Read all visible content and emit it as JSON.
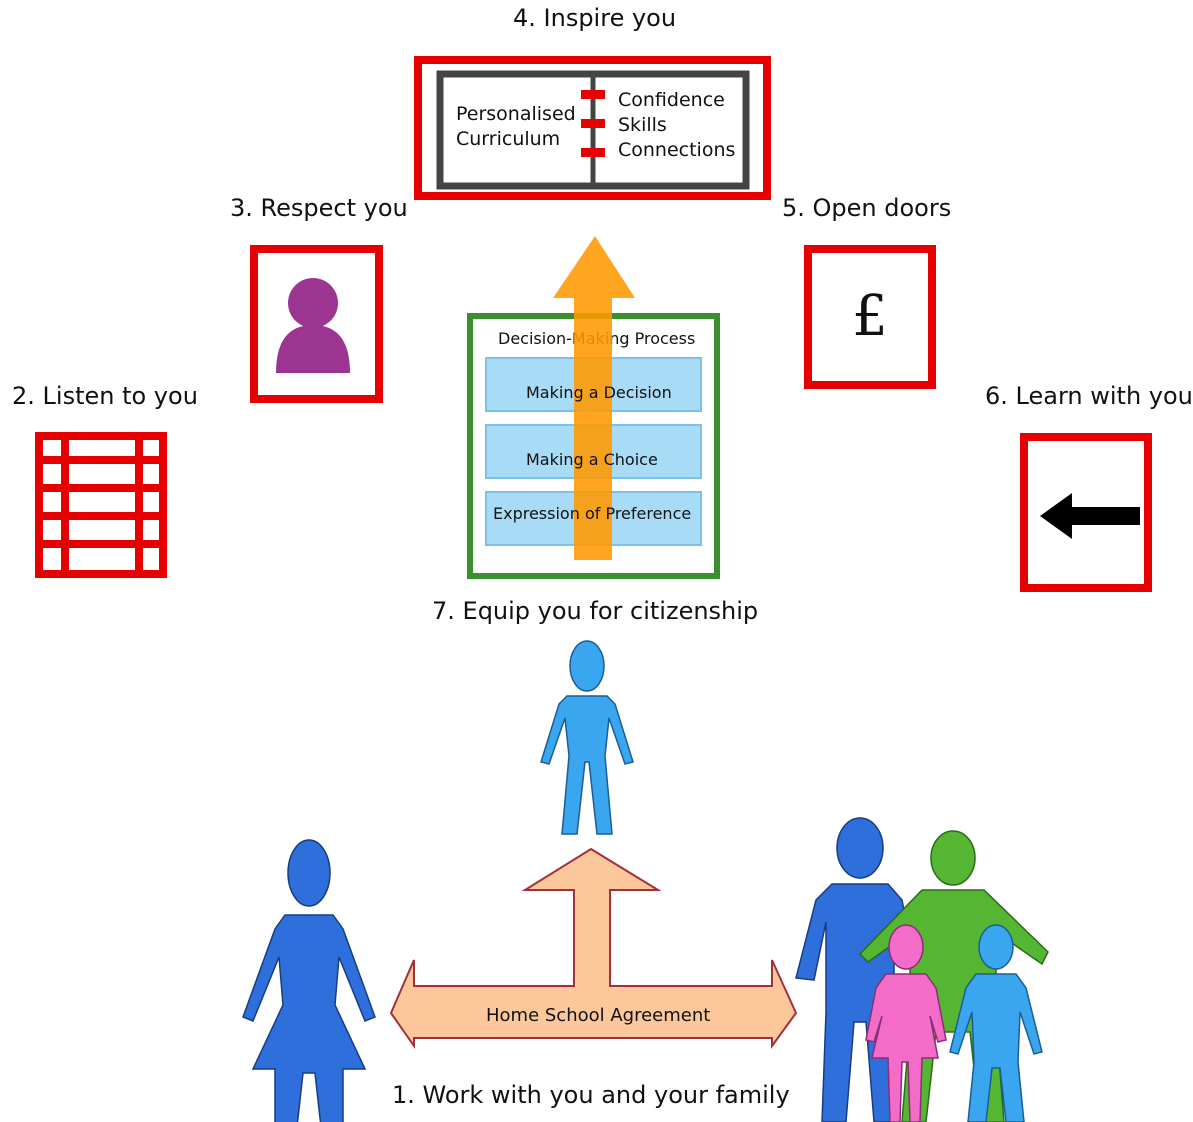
{
  "labels": {
    "inspire": "4. Inspire  you",
    "respect": "3. Respect you",
    "open_doors": "5. Open doors",
    "listen": "2. Listen to you",
    "learn": "6. Learn with you",
    "equip": "7. Equip you for citizenship",
    "work": "1. Work with you and your family"
  },
  "book": {
    "left_line1": "Personalised",
    "left_line2": "Curriculum",
    "right_items": [
      "Confidence",
      "Skills",
      "Connections"
    ]
  },
  "decision": {
    "title": "Decision-Making Process",
    "steps": [
      "Making a Decision",
      "Making a Choice",
      "Expression of Preference"
    ]
  },
  "open_doors_symbol": "£",
  "agreement": "Home School Agreement",
  "colors": {
    "frame_red": "#e60000",
    "process_green": "#3a8f2e",
    "arrow_orange": "#ff9900",
    "step_blue": "#a8dcf6",
    "agreement_peach": "#fcc89b",
    "agreement_border": "#a0303a",
    "person_purple": "#9c3592",
    "student_blue": "#3aa6f0",
    "parent_blue": "#2f6fdc",
    "family_green": "#55b634",
    "family_pink": "#f26cc8"
  }
}
